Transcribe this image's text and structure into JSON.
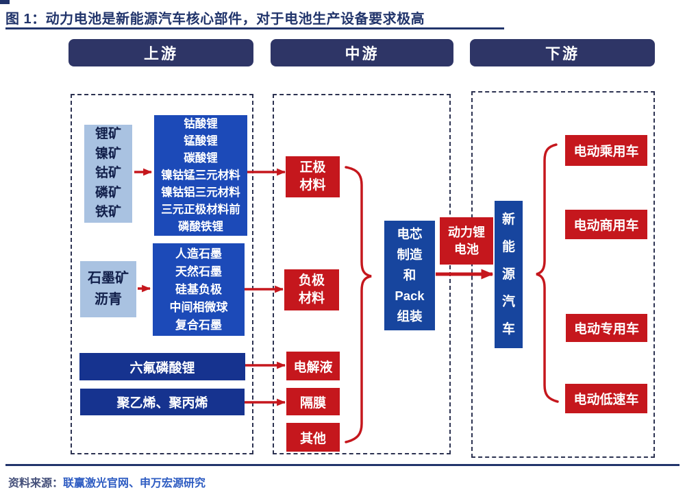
{
  "title": "图 1：动力电池是新能源汽车核心部件，对于电池生产设备要求极高",
  "headers": {
    "upstream": "上游",
    "midstream": "中游",
    "downstream": "下游"
  },
  "upstream": {
    "mines": "锂矿\n镍矿\n钴矿\n磷矿\n铁矿",
    "cathode_materials": "钴酸锂\n锰酸锂\n碳酸锂\n镍钴锰三元材料\n镍钴铝三元材料\n三元正极材料前\n磷酸铁锂",
    "graphite_sources": "石墨矿\n沥青",
    "anode_materials": "人造石墨\n天然石墨\n硅基负极\n中间相微球\n复合石墨",
    "electrolyte_salt": "六氟磷酸锂",
    "separator_polymers": "聚乙烯、聚丙烯"
  },
  "midstream": {
    "cathode": "正极\n材料",
    "anode": "负极\n材料",
    "electrolyte": "电解液",
    "separator": "隔膜",
    "other": "其他",
    "cell_and_pack": "电芯\n制造\n和\nPack\n组装",
    "power_lithium_battery": "动力锂\n电池"
  },
  "downstream": {
    "nev": "新\n能\n源\n汽\n车",
    "vehicles": [
      "电动乘用车",
      "电动商用车",
      "电动专用车",
      "电动低速车"
    ]
  },
  "source": {
    "prefix": "资料来源：",
    "institutions": "联赢激光官网、申万宏源研究"
  },
  "colors": {
    "navy_header": "#2e3566",
    "title_navy": "#21346b",
    "royal_blue": "#1c4ab8",
    "deep_blue": "#16338f",
    "mid_blue": "#17459e",
    "light_blue": "#a9c2e1",
    "red": "#c5171d",
    "source_blue": "#2e5cc2"
  }
}
